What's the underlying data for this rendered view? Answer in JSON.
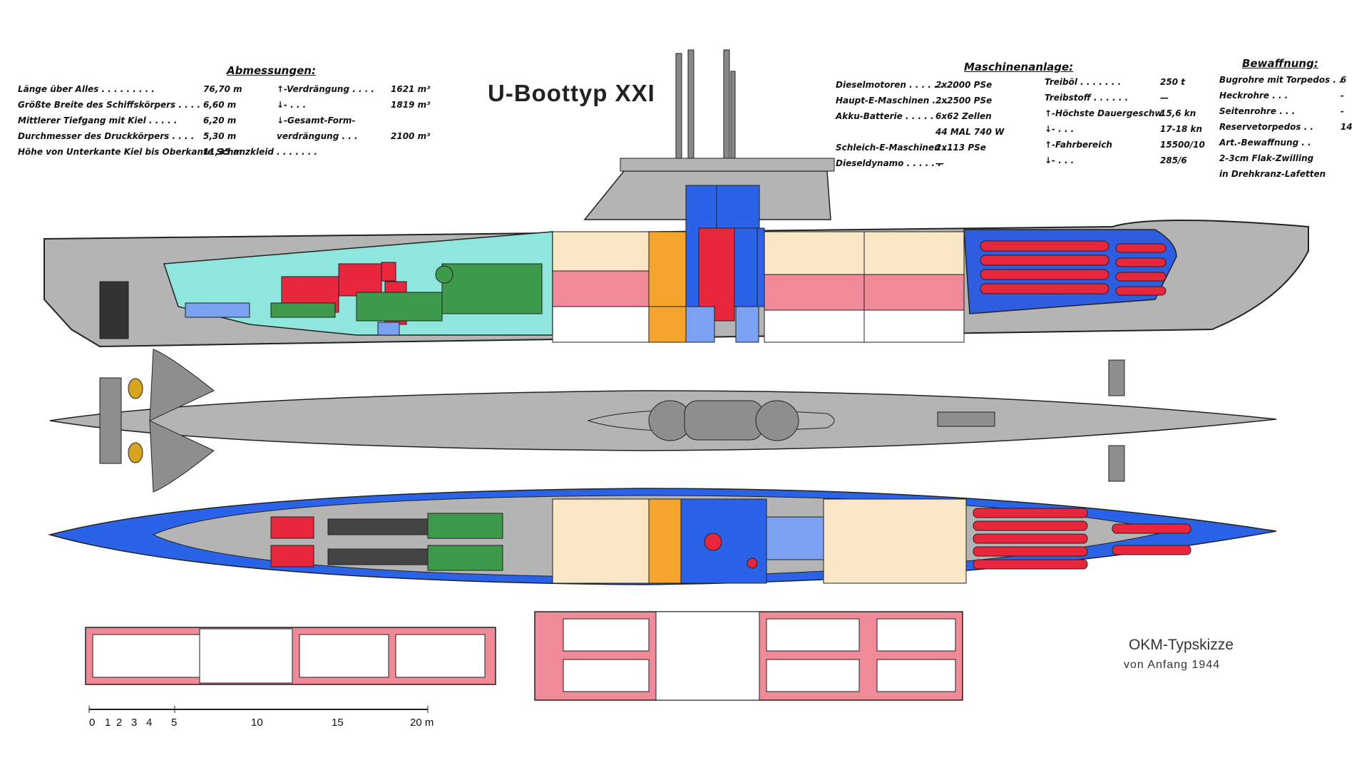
{
  "title": "U-Boottyp XXI",
  "dimensions": {
    "heading": "Abmessungen:",
    "rows": [
      {
        "label": "Länge über Alles . . . . . . . . .",
        "value": "76,70 m"
      },
      {
        "label": "Größte Breite des Schiffskörpers . . . .",
        "value": "6,60 m"
      },
      {
        "label": "Mittlerer Tiefgang mit Kiel . . . . .",
        "value": "6,20 m"
      },
      {
        "label": "Durchmesser des Druckkörpers . . . .",
        "value": "5,30 m"
      },
      {
        "label": "Höhe von Unterkante Kiel bis Oberkante Schanzkleid . . . . . . .",
        "value": "11,35 m"
      }
    ],
    "displacement": [
      {
        "label": "↑-Verdrängung . . . .",
        "value": "1621 m³"
      },
      {
        "label": "↓- . . .",
        "value": "1819 m³"
      },
      {
        "label": "↓-Gesamt-Form-",
        "value": ""
      },
      {
        "label": "verdrängung . . .",
        "value": "2100 m³"
      }
    ]
  },
  "machinery": {
    "heading": "Maschinenanlage:",
    "rows": [
      {
        "label": "Dieselmotoren . . . . . . . .",
        "value": "2x2000 PSe"
      },
      {
        "label": "Haupt-E-Maschinen . . .",
        "value": "2x2500 PSe"
      },
      {
        "label": "Akku-Batterie . . . . .",
        "value": "6x62 Zellen"
      },
      {
        "label": "",
        "value": "44 MAL 740 W"
      },
      {
        "label": "Schleich-E-Maschinen . .",
        "value": "2x113 PSe"
      },
      {
        "label": "Dieseldynamo . . . . . .",
        "value": "—"
      }
    ],
    "fuel": [
      {
        "label": "Treiböl . . . . . . .",
        "value": "250 t"
      },
      {
        "label": "Treibstoff . . . . . .",
        "value": "—"
      },
      {
        "label": "↑-Höchste Dauergeschw.",
        "value": "15,6 kn"
      },
      {
        "label": "↓- . . .",
        "value": "17-18 kn"
      },
      {
        "label": "↑-Fahrbereich",
        "value": "15500/10"
      },
      {
        "label": "↓- . . .",
        "value": "285/6"
      }
    ]
  },
  "armament": {
    "heading": "Bewaffnung:",
    "rows": [
      {
        "label": "Bugrohre mit Torpedos . .",
        "value": "6"
      },
      {
        "label": "Heckrohre . . .",
        "value": "-"
      },
      {
        "label": "Seitenrohre . . .",
        "value": "-"
      },
      {
        "label": "Reservetorpedos . .",
        "value": "14"
      },
      {
        "label": "Art.-Bewaffnung . .",
        "value": ""
      },
      {
        "label": "2-3cm Flak-Zwilling",
        "value": ""
      },
      {
        "label": "in Drehkranz-Lafetten",
        "value": ""
      }
    ]
  },
  "okm_caption": "OKM-Typskizze",
  "okm_date": "von Anfang 1944",
  "scale": {
    "labels": [
      "0",
      "1",
      "2",
      "3",
      "4",
      "5",
      "10",
      "15",
      "20 m"
    ]
  },
  "colors": {
    "hull": "#b4b4b4",
    "hull_dark": "#8e8e8e",
    "engine_room": "#8ee6dc",
    "diesel_green": "#3c9a4a",
    "machinery_red": "#e8273d",
    "battery_pink": "#f08a98",
    "living_cream": "#f9e6c4",
    "control_blue": "#2b63e8",
    "light_blue": "#7aa2f0",
    "orange": "#f5a52b",
    "torpedo_red": "#e8273d",
    "torpedo_blue": "#2e5de0"
  }
}
